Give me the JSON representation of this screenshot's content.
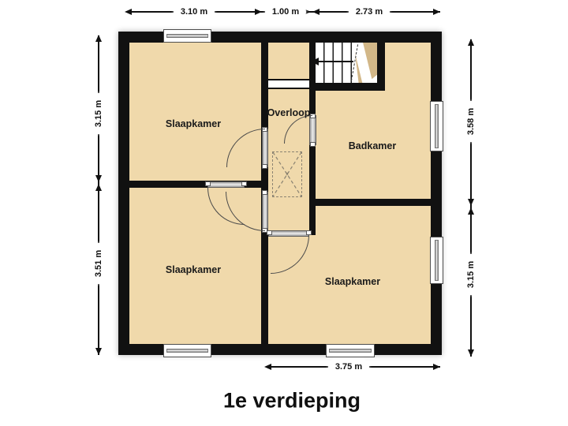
{
  "floor_title": "1e verdieping",
  "rooms": {
    "bedroom_top_left": "Slaapkamer",
    "landing": "Overloop",
    "bathroom": "Badkamer",
    "bedroom_bottom_left": "Slaapkamer",
    "bedroom_bottom_right": "Slaapkamer"
  },
  "dimensions": {
    "top": [
      "3.10 m",
      "1.00 m",
      "2.73 m"
    ],
    "left": [
      "3.15 m",
      "3.51 m"
    ],
    "right": [
      "3.58 m",
      "3.15 m"
    ],
    "bottom": [
      "3.75 m"
    ]
  },
  "symbols": {
    "hatch_mark": "x"
  },
  "colors": {
    "room_fill": "#f0d9ab",
    "wall": "#111111",
    "stair_under_fill": "#d2b788",
    "dimension_line": "#111111"
  }
}
